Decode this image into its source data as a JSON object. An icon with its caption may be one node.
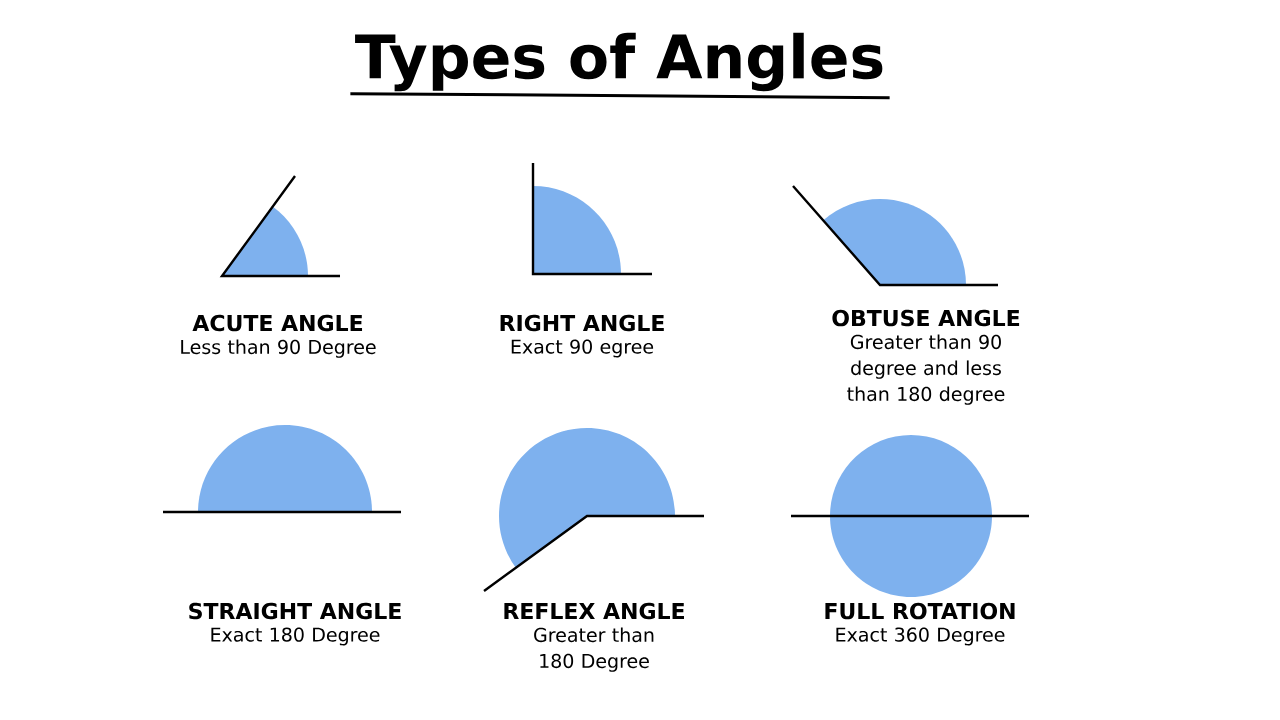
{
  "diagram": {
    "title": "Types of Angles",
    "labels": [
      "ACUTE ANGLE",
      "Less than 90 Degree",
      "RIGHT ANGLE",
      "Exact 90 egree",
      "OBTUSE ANGLE",
      "Greater than 90 degree and less than 180 degree",
      "STRAIGHT ANGLE",
      "Exact 180 Degree",
      "REFLEX ANGLE",
      "Greater than 180 Degree",
      "FULL ROTATION",
      "Exact 360 Degree"
    ]
  }
}
